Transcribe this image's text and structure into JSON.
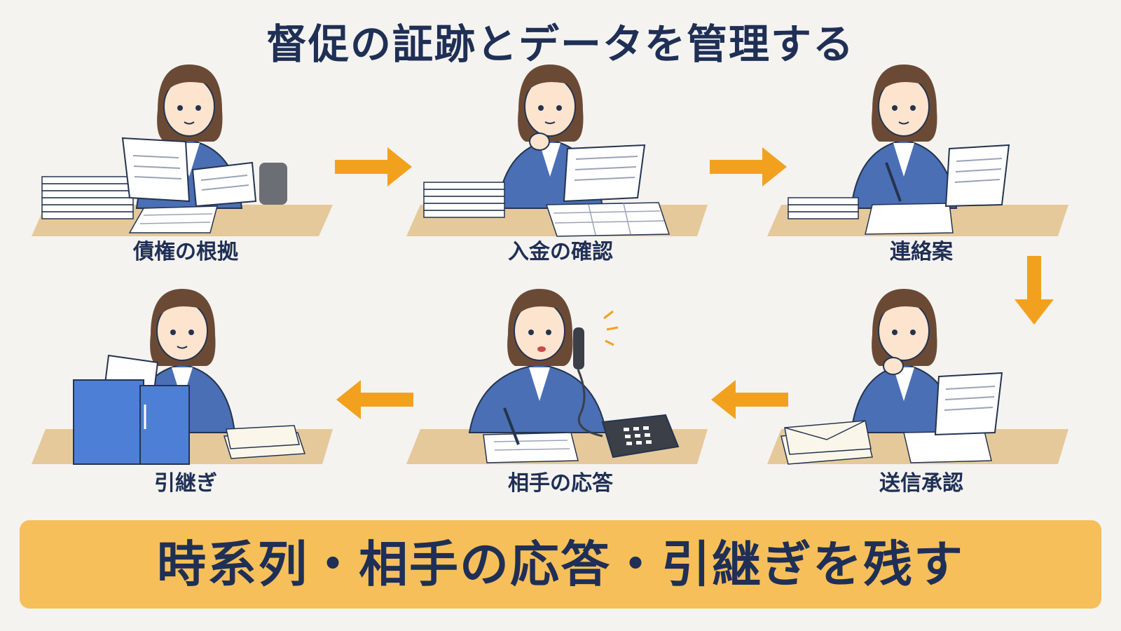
{
  "title": "督促の証跡とデータを管理する",
  "steps": [
    {
      "label": "債権の根拠"
    },
    {
      "label": "入金の確認"
    },
    {
      "label": "連絡案"
    },
    {
      "label": "送信承認"
    },
    {
      "label": "相手の応答"
    },
    {
      "label": "引継ぎ"
    }
  ],
  "banner": "時系列・相手の応答・引継ぎを残す",
  "colors": {
    "navy_text": "#1f2f55",
    "arrow_orange": "#f2a11f",
    "banner_yellow": "#f6bf5a",
    "desk": "#e6c99a",
    "jacket": "#4a6fb5",
    "hair": "#6b4a35",
    "binder": "#4d7fd6",
    "phone": "#3a3f48"
  }
}
